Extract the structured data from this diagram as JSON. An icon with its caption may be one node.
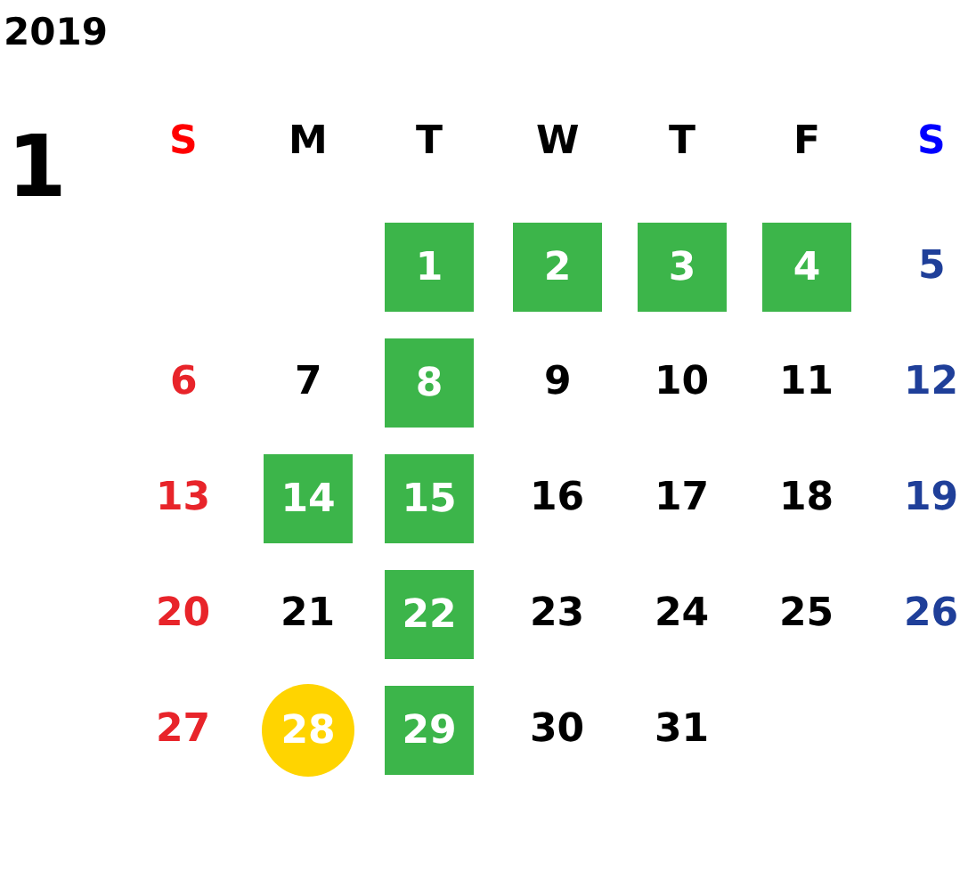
{
  "diagram": {
    "nodes": [
      {
        "text": [
          "1"
        ]
      },
      {
        "text": [
          "2"
        ]
      },
      {
        "text": [
          "3"
        ]
      },
      {
        "text": [
          "4"
        ]
      },
      {
        "text": [
          "8"
        ]
      },
      {
        "text": [
          "14"
        ]
      },
      {
        "text": [
          "15"
        ]
      },
      {
        "text": [
          "22"
        ]
      },
      {
        "text": [
          "28"
        ]
      },
      {
        "text": [
          "29"
        ]
      }
    ],
    "edges": [],
    "labels": [
      "2019",
      "1",
      "S",
      "M",
      "T",
      "W",
      "T",
      "F",
      "S",
      "5",
      "6",
      "7",
      "9",
      "10",
      "11",
      "12",
      "13",
      "16",
      "17",
      "18",
      "19",
      "20",
      "21",
      "23",
      "24",
      "25",
      "26",
      "27",
      "30",
      "31"
    ]
  }
}
